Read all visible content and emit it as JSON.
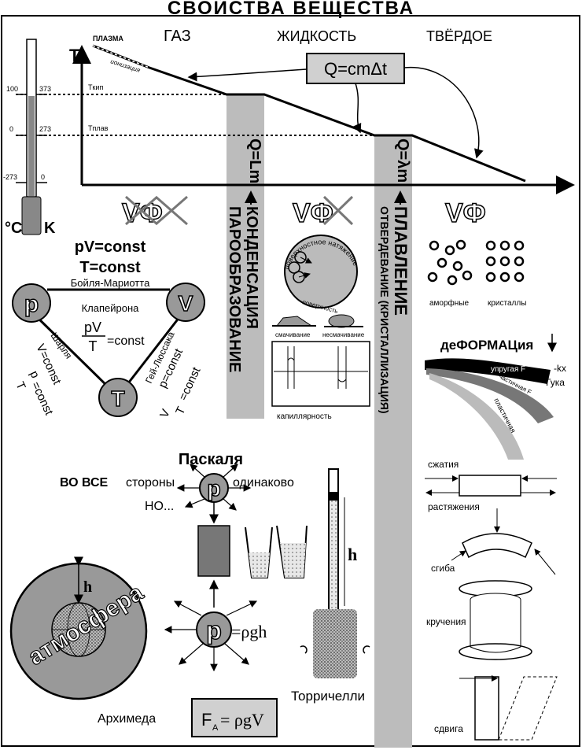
{
  "title": "СВОЙСТВА ВЕЩЕСТВА",
  "phases": {
    "plasma": "ПЛАЗМА",
    "ionization": "ионизация",
    "gas": "ГАЗ",
    "liquid": "ЖИДКОСТЬ",
    "solid": "ТВЁРДОЕ"
  },
  "axis": {
    "t": "T",
    "t_boil": "Tкип",
    "t_melt": "Tплав"
  },
  "thermometer": {
    "c100": "100",
    "k373": "373",
    "c0": "0",
    "k273": "273",
    "cm273": "-273",
    "k0": "0",
    "celsius": "°C",
    "kelvin": "K"
  },
  "formulas": {
    "heat": "Q=cmΔt",
    "lm": "Q=Lm",
    "lambda_m": "Q=λm",
    "pv_const": "pV=const",
    "t_const": "T=const",
    "boyle": "Бойля-Мариотта",
    "clapeyron": "Клапейрона",
    "pv": "pV",
    "t": "T",
    "eq_const": "=const",
    "charles": "Шарля",
    "v_const": "V=const",
    "p_over_t": "p",
    "t_over": "T",
    "gay_lussac": "Гей-Люссака",
    "p_const": "p=const",
    "v": "V",
    "pascal_rho": "=ρgh",
    "archimedes_f": "F",
    "archimedes_a": "A",
    "archimedes_rhs": "= ρgV"
  },
  "triangle": {
    "p": "p",
    "v": "V",
    "t": "T"
  },
  "vf": {
    "gas": "VФ",
    "liquid": "VФ",
    "solid": "VФ"
  },
  "processes": {
    "condensation_1": "КОНДЕНСАЦИЯ",
    "condensation_2": "ПАРООБРАЗОВАНИЕ",
    "melting_1": "ОТВЕРДЕВАНИЕ (КРИСТАЛЛИЗАЦИЯ)",
    "melting_2": "ПЛАВЛЕНИЕ"
  },
  "liquid": {
    "surface_tension": "поверхностное натяжение",
    "surface": "поверхность",
    "wetting": "смачивание",
    "nonwetting": "несмачивание",
    "capillarity": "капиллярность"
  },
  "solid": {
    "amorphous": "аморфные",
    "crystals": "кристаллы",
    "deformation": "деФОРМАЦия",
    "elastic": "упругая F",
    "hooke_eq": "-kx",
    "hooke": "Гука",
    "partial": "частичная F",
    "plastic": "пластичная",
    "compression": "сжатия",
    "tension": "растяжения",
    "bending": "сгиба",
    "torsion": "кручения",
    "shear": "сдвига"
  },
  "pascal": {
    "name": "Паскаля",
    "all": "ВО ВСЕ",
    "sides": "стороны",
    "equally": "одинаково",
    "but": "НО...",
    "p": "p"
  },
  "atmosphere": {
    "h": "h",
    "label": "атмосфера"
  },
  "torricelli": {
    "h": "h",
    "name": "Торричелли"
  },
  "archimedes": {
    "name": "Архимеда"
  }
}
